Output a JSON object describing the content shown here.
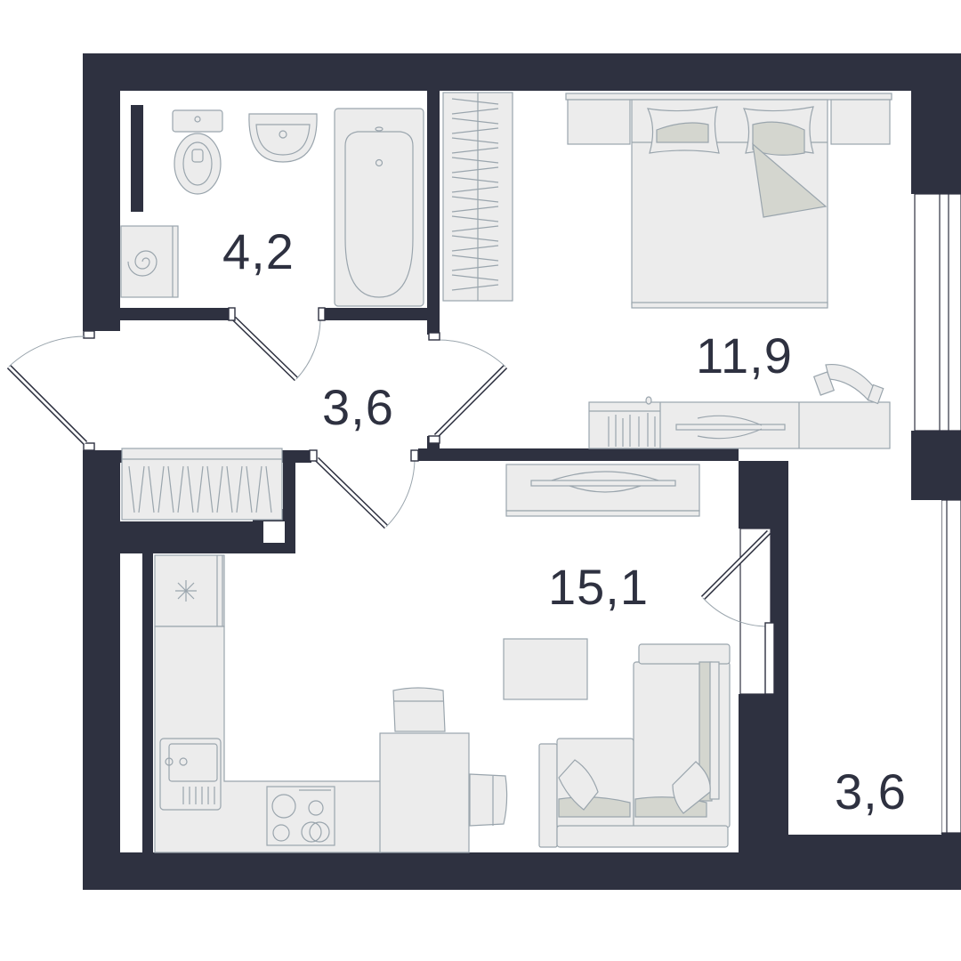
{
  "colors": {
    "wall": "#2e3140",
    "furniture_fill": "#ececec",
    "furniture_stroke": "#9aa5ad",
    "accent_fill": "#d4d6cf"
  },
  "rooms": {
    "bathroom": {
      "area": "4,2"
    },
    "hallway": {
      "area": "3,6"
    },
    "bedroom": {
      "area": "11,9"
    },
    "living_kitchen": {
      "area": "15,1"
    },
    "balcony": {
      "area": "3,6"
    }
  }
}
